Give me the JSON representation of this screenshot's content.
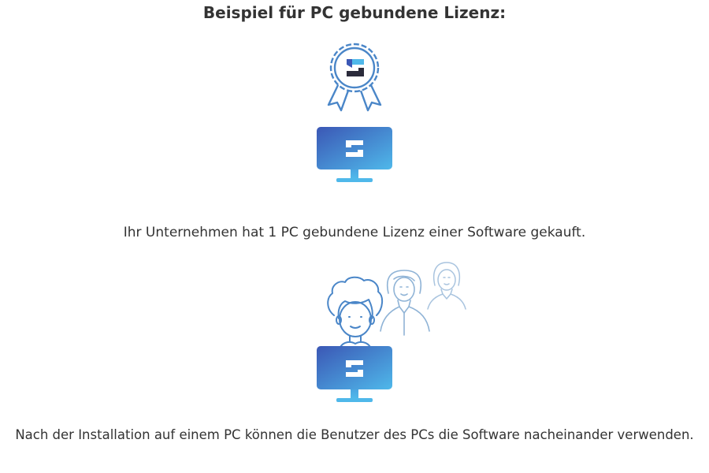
{
  "title": "Beispiel für PC gebundene Lizenz:",
  "caption_1": "Ihr Unternehmen hat 1 PC gebundene Lizenz einer Software gekauft.",
  "caption_2": "Nach der Installation auf einem PC können die Benutzer des PCs die Software nacheinander verwenden.",
  "colors": {
    "blue_dark": "#3b57b5",
    "blue_light": "#4fb8ea",
    "outline": "#4a86c8",
    "people_light": "#8fb3d6",
    "logo_dark": "#2b2b3b"
  },
  "icons": [
    "license-badge-icon",
    "monitor-icon",
    "user-group-icon"
  ]
}
